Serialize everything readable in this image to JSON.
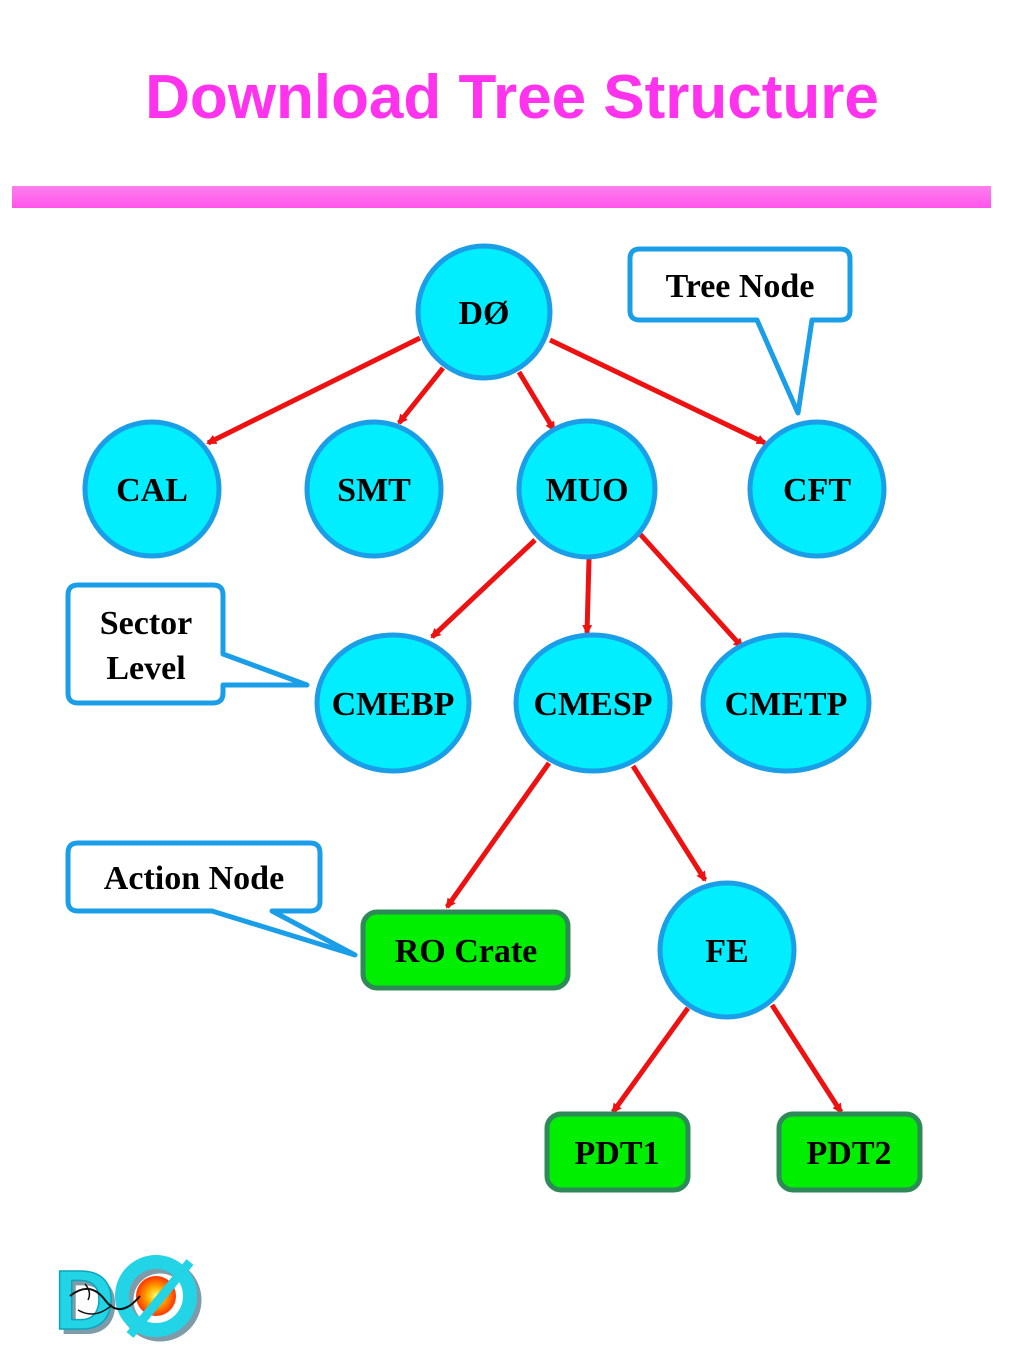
{
  "title": "Download Tree Structure",
  "colors": {
    "title": "#ff33ee",
    "rule": "#ff66ee",
    "tree_node_fill": "#00eeff",
    "tree_node_stroke": "#1a9ee8",
    "action_node_fill": "#00ee00",
    "action_node_stroke": "#2e8b57",
    "edge": "#ee1111",
    "callout_stroke": "#1a9ee8"
  },
  "nodes": {
    "d0": "DØ",
    "cal": "CAL",
    "smt": "SMT",
    "muo": "MUO",
    "cft": "CFT",
    "cmebp": "CMEBP",
    "cmesp": "CMESP",
    "cmetp": "CMETP",
    "ro_crate": "RO Crate",
    "fe": "FE",
    "pdt1": "PDT1",
    "pdt2": "PDT2"
  },
  "callouts": {
    "tree_node": "Tree Node",
    "sector_level_line1": "Sector",
    "sector_level_line2": "Level",
    "action_node": "Action Node"
  },
  "logo": {
    "text": "DØ",
    "icon": "d0-experiment-logo"
  }
}
